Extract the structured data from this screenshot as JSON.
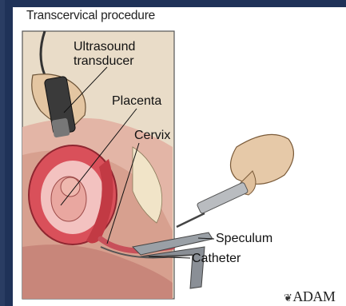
{
  "title": "Transcervical procedure",
  "labels": {
    "ultrasound": "Ultrasound transducer",
    "placenta": "Placenta",
    "cervix": "Cervix",
    "speculum": "Speculum",
    "catheter": "Catheter"
  },
  "logo": {
    "glyph": "❦",
    "text": "ADAM"
  },
  "colors": {
    "background": "#2a3d63",
    "uterus": "#d9505a",
    "placenta": "#c23a44",
    "tissue": "#e8b4a8",
    "skin": "#e6c9a8",
    "instrument": "#8a8f96"
  }
}
